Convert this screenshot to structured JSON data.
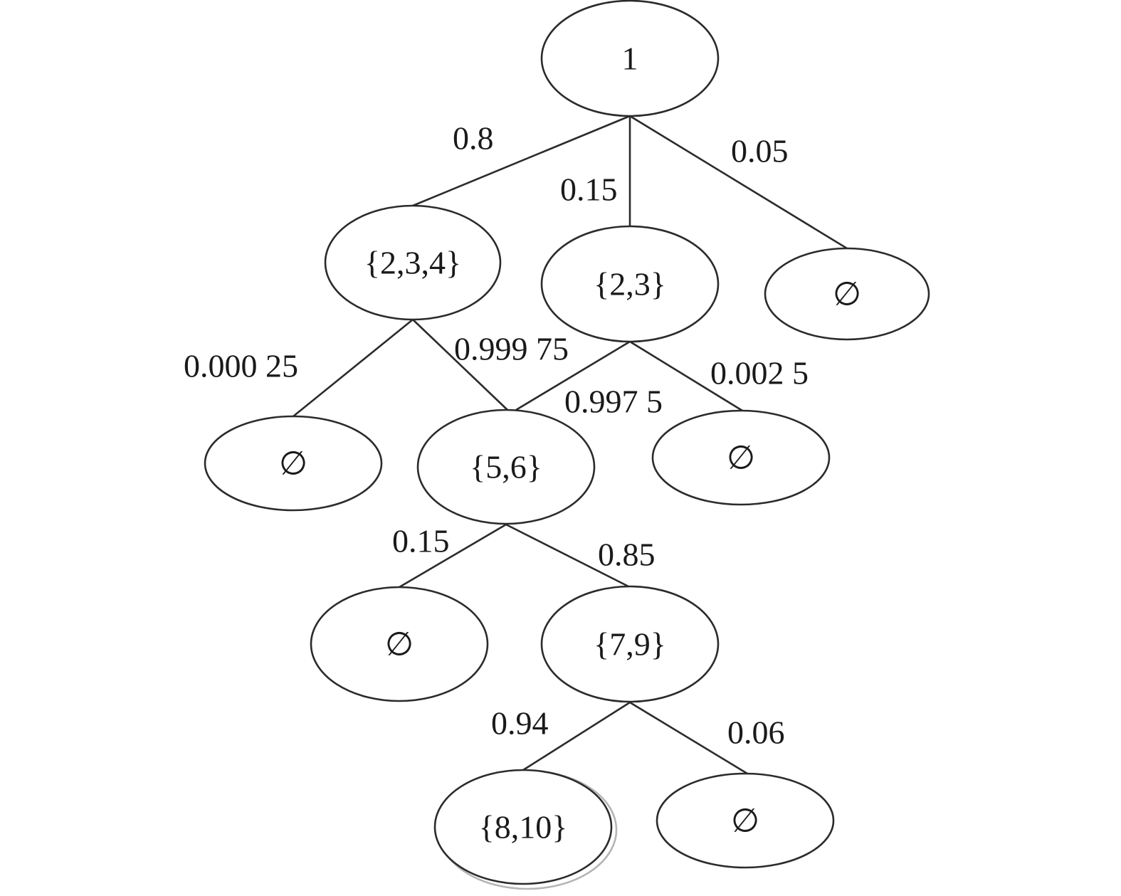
{
  "diagram": {
    "nodes": {
      "root": "1",
      "a": "{2,3,4}",
      "b": "{2,3}",
      "c": "∅",
      "d": "∅",
      "e": "{5,6}",
      "f": "∅",
      "g": "∅",
      "h": "{7,9}",
      "i": "{8,10}",
      "j": "∅"
    },
    "edges": {
      "root_a": "0.8",
      "root_b": "0.15",
      "root_c": "0.05",
      "a_d": "0.000 25",
      "a_e": "0.999 75",
      "b_e": "0.997 5",
      "b_f": "0.002 5",
      "e_g": "0.15",
      "e_h": "0.85",
      "h_i": "0.94",
      "h_j": "0.06"
    },
    "highlighted_node": "i"
  }
}
